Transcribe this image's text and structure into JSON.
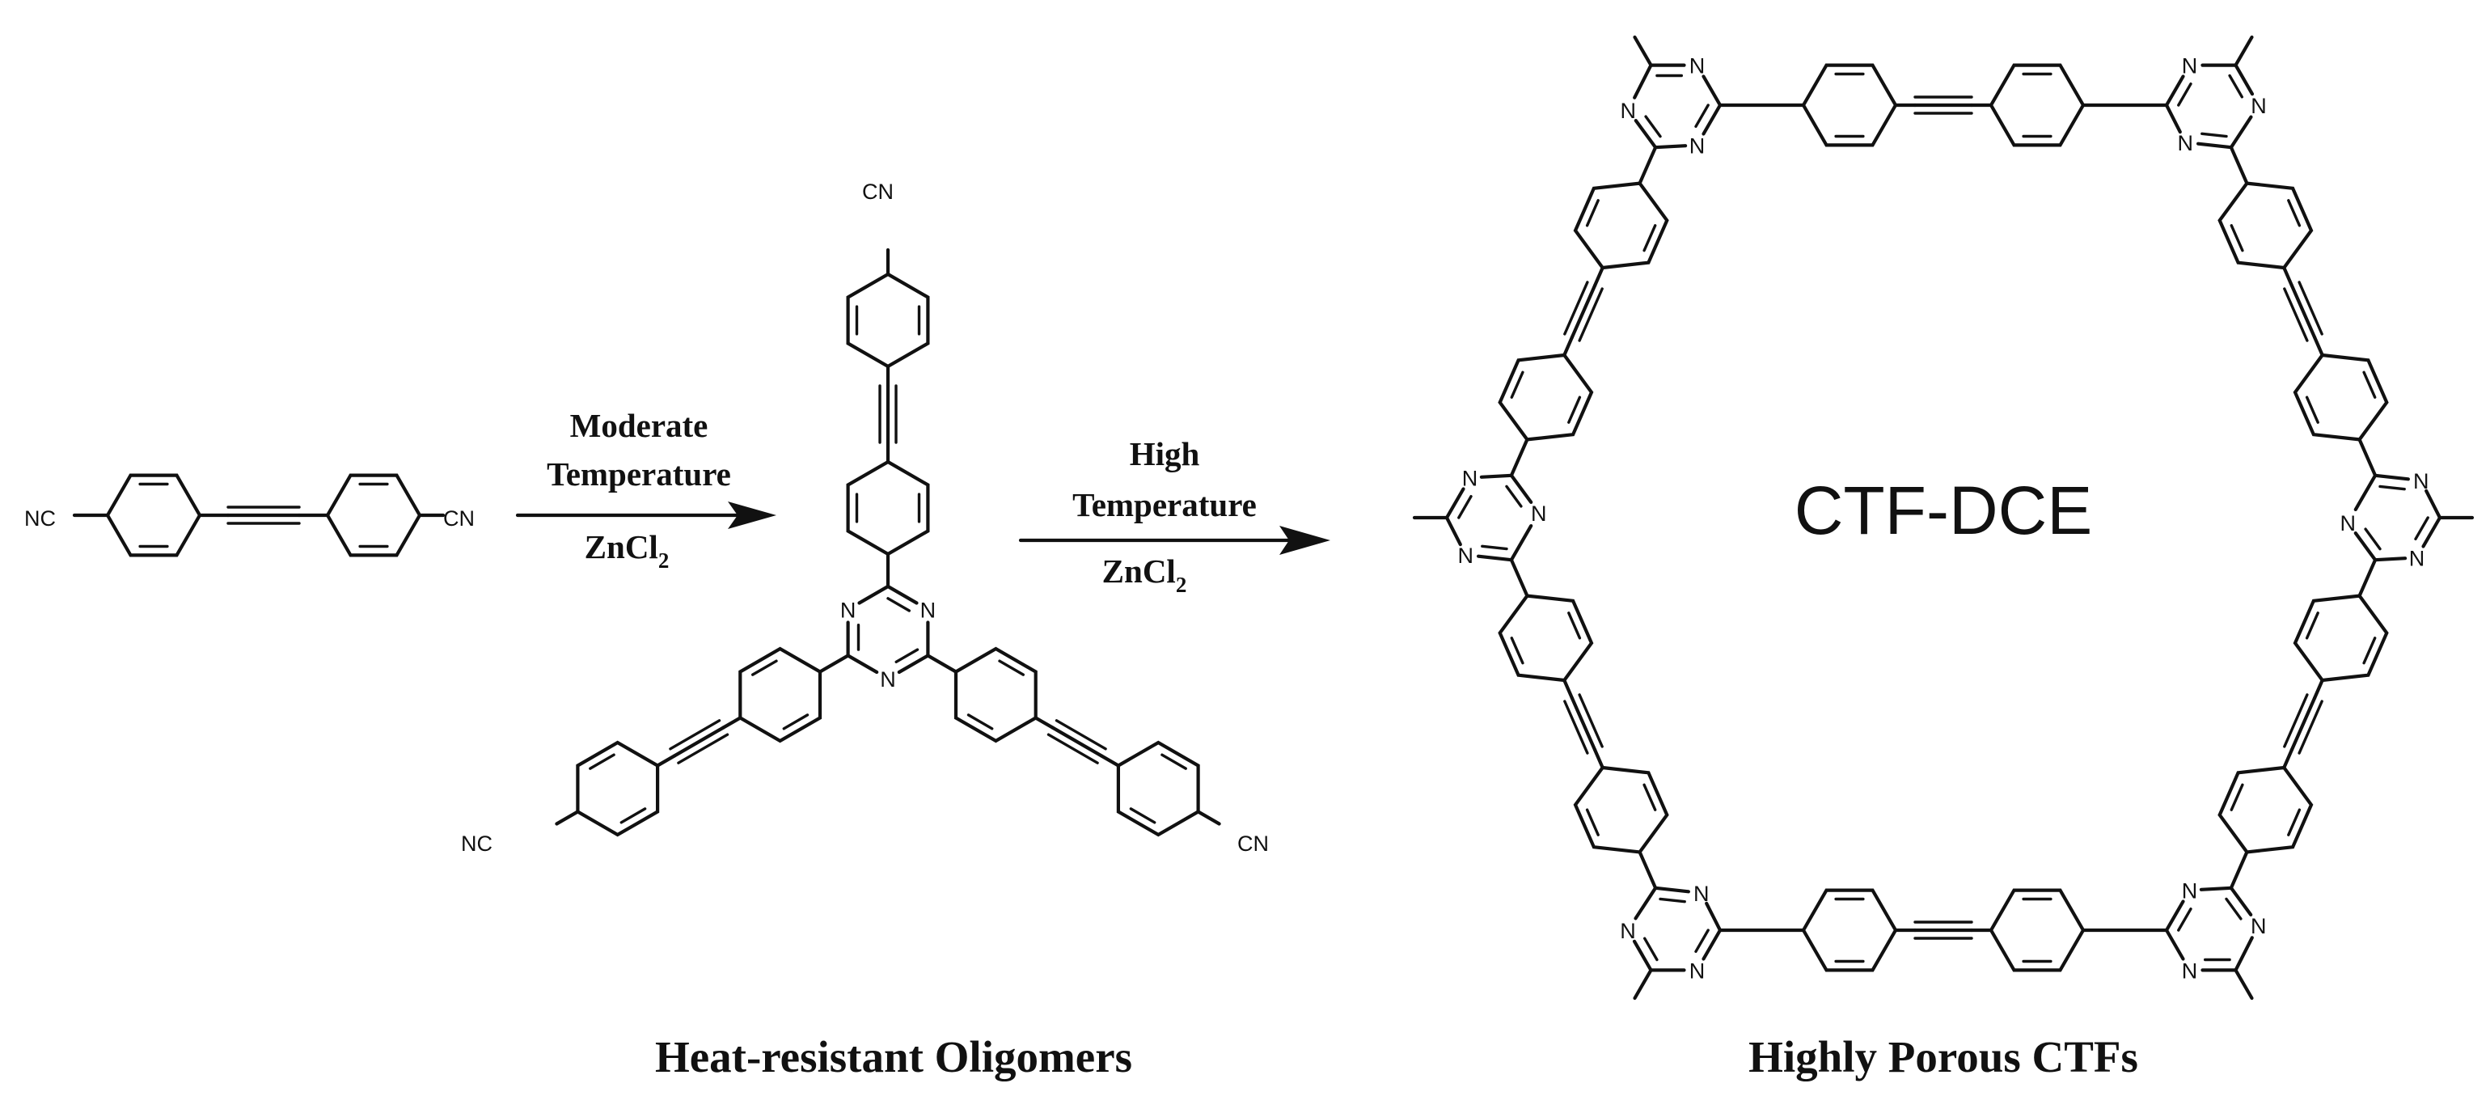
{
  "reaction": {
    "step1": {
      "condition_line1": "Moderate",
      "condition_line2": "Temperature",
      "catalyst": "ZnCl",
      "catalyst_subscript": "2"
    },
    "step2": {
      "condition_line1": "High",
      "condition_line2": "Temperature",
      "catalyst": "ZnCl",
      "catalyst_subscript": "2"
    }
  },
  "monomer": {
    "left_group": "NC",
    "right_group": "CN"
  },
  "oligomer": {
    "nitrile_label": "CN",
    "nitrile_label_left": "NC",
    "triazine_atom": "N"
  },
  "framework": {
    "center_label": "CTF-DCE",
    "triazine_atom": "N"
  },
  "captions": {
    "left": "Heat-resistant Oligomers",
    "right": "Highly Porous CTFs"
  }
}
